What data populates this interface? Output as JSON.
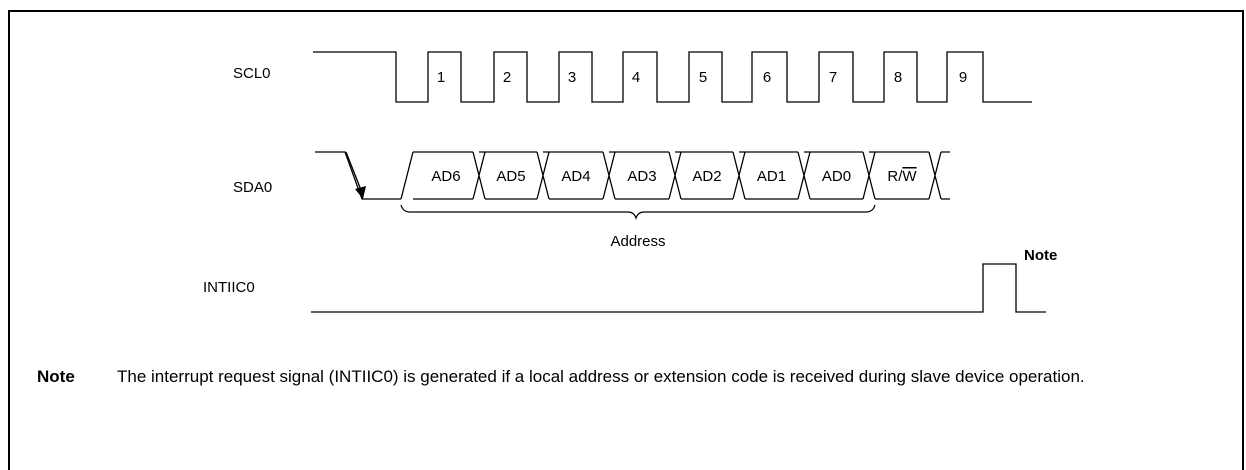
{
  "signals": {
    "scl": "SCL0",
    "sda": "SDA0",
    "int": "INTIIC0"
  },
  "clock_pulses": [
    "1",
    "2",
    "3",
    "4",
    "5",
    "6",
    "7",
    "8",
    "9"
  ],
  "data_cells": [
    {
      "text": "AD6",
      "overline": false
    },
    {
      "text": "AD5",
      "overline": false
    },
    {
      "text": "AD4",
      "overline": false
    },
    {
      "text": "AD3",
      "overline": false
    },
    {
      "text": "AD2",
      "overline": false
    },
    {
      "text": "AD1",
      "overline": false
    },
    {
      "text": "AD0",
      "overline": false
    },
    {
      "text": "R/W",
      "overline": true
    }
  ],
  "brace_label": "Address",
  "pulse_note_tag": "Note",
  "note": {
    "key": "Note",
    "text": "The interrupt request signal (INTIIC0) is generated if a local address or extension code is received during slave device operation."
  }
}
